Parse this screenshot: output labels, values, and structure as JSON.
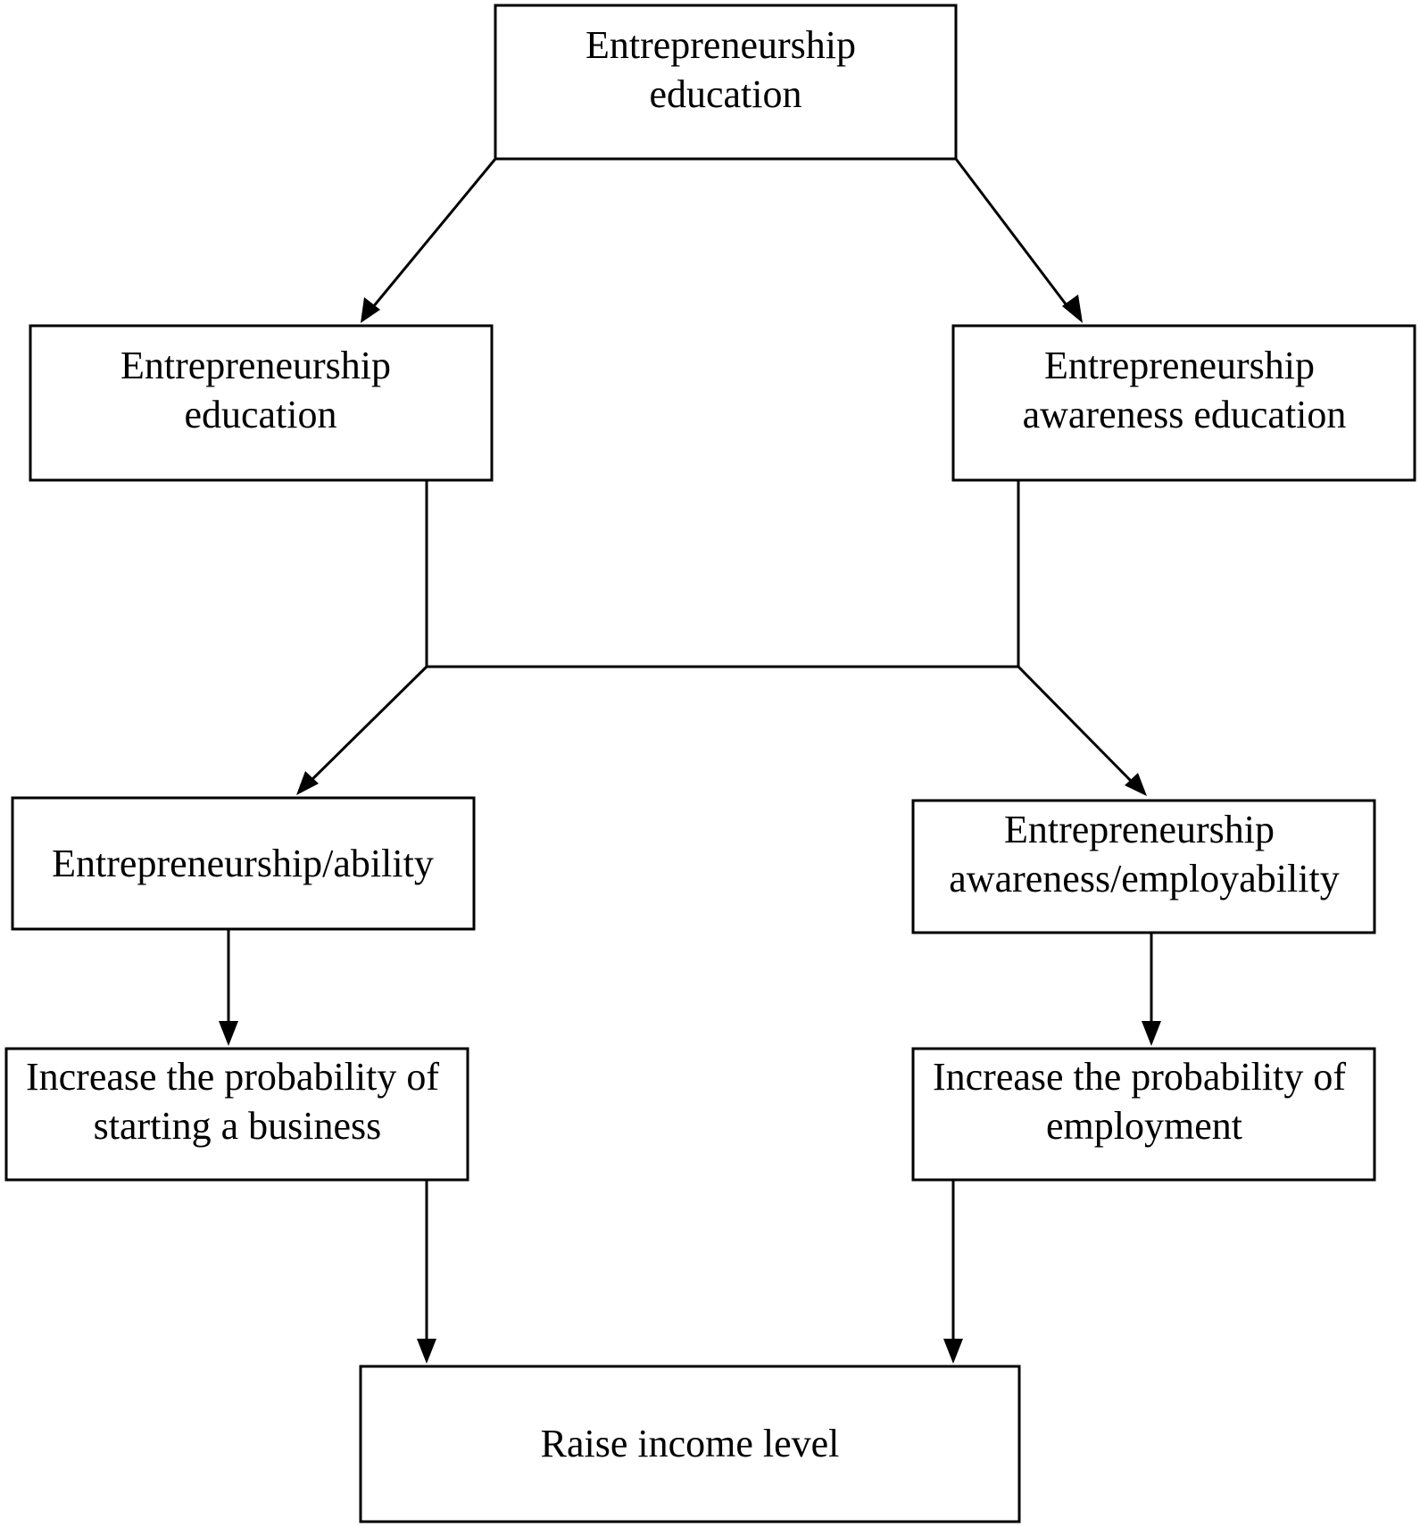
{
  "nodes": {
    "root": {
      "lines": [
        "Entrepreneurship",
        "education"
      ]
    },
    "left_l2": {
      "lines": [
        "Entrepreneurship",
        "education"
      ]
    },
    "right_l2": {
      "lines": [
        "Entrepreneurship",
        "awareness education"
      ]
    },
    "left_l3": {
      "lines": [
        "Entrepreneurship/ability"
      ]
    },
    "right_l3": {
      "lines": [
        "Entrepreneurship",
        "awareness/employability"
      ]
    },
    "left_l4": {
      "lines": [
        "Increase the probability of",
        "starting a business"
      ]
    },
    "right_l4": {
      "lines": [
        "Increase the probability of",
        "employment"
      ]
    },
    "bottom": {
      "lines": [
        "Raise income level"
      ]
    }
  },
  "colors": {
    "stroke": "#000000",
    "background": "#ffffff"
  }
}
